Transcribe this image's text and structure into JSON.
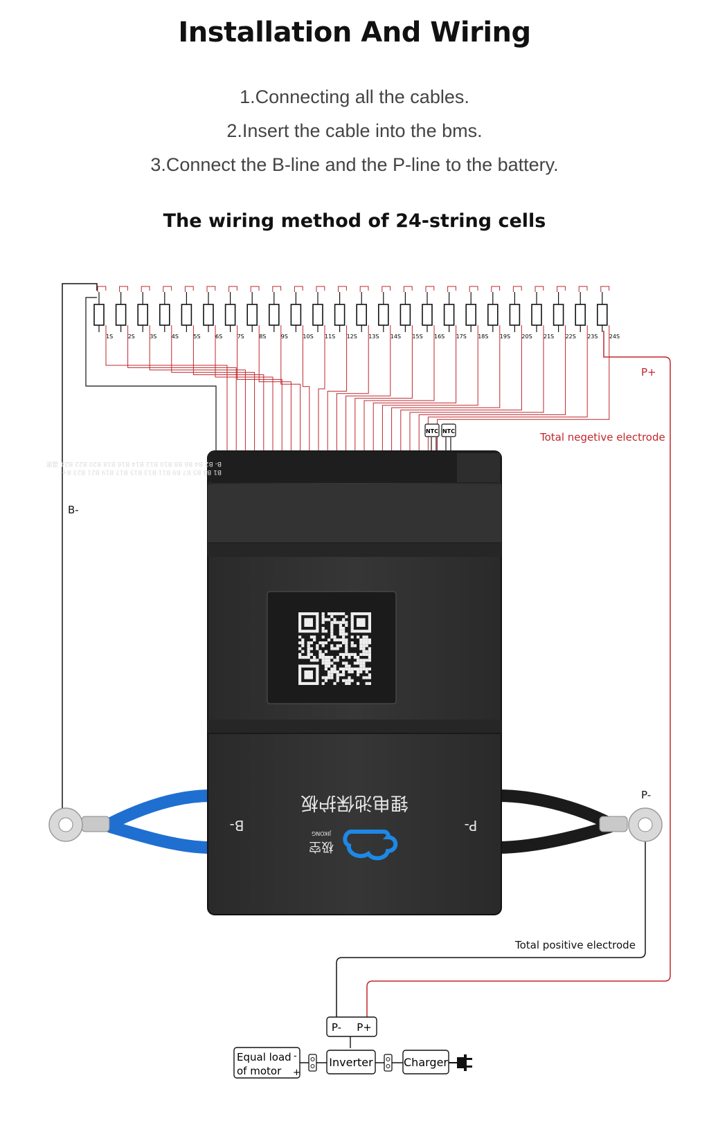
{
  "title": "Installation And Wiring",
  "steps": [
    "1.Connecting all the cables.",
    "2.Insert the cable into the bms.",
    "3.Connect the B-line and the P-line to the battery."
  ],
  "subtitle": "The wiring method of 24-string cells",
  "cells": [
    "1S",
    "2S",
    "3S",
    "4S",
    "5S",
    "6S",
    "7S",
    "8S",
    "9S",
    "10S",
    "11S",
    "12S",
    "13S",
    "14S",
    "15S",
    "16S",
    "17S",
    "18S",
    "19S",
    "20S",
    "21S",
    "22S",
    "23S",
    "24S"
  ],
  "ntc_labels": [
    "NTC",
    "NTC"
  ],
  "labels": {
    "p_plus_top": "P+",
    "total_negative": "Total negetive electrode",
    "b_minus": "B-",
    "p_minus": "P-",
    "total_positive": "Total positive electrode"
  },
  "board": {
    "pin_row_1": "B- B2 B4 B6 B8 B10 B12 B14 B16 B18 B20 B22 B24 温度",
    "pin_row_2": "B1 B3 B5 B7 B9 B11 B13 B15 B17 B19 B21 B23 B+",
    "chinese_title": "锂电池保护板",
    "brand_cn": "极空",
    "brand_en": "JIKONG",
    "b_minus_mark": "B-",
    "p_minus_mark": "P-"
  },
  "bottom": {
    "p_minus": "P-",
    "p_plus": "P+",
    "equal_load_line1": "Equal load",
    "equal_load_line2": "of motor",
    "minus_sign": "-",
    "plus_sign": "+",
    "inverter": "Inverter",
    "charger": "Charger"
  },
  "colors": {
    "red_wire": "#c0262b",
    "black_wire": "#111111",
    "board": "#2b2b2b",
    "blue_cable": "#1f6fd1",
    "logo_blue": "#1e88e5"
  }
}
